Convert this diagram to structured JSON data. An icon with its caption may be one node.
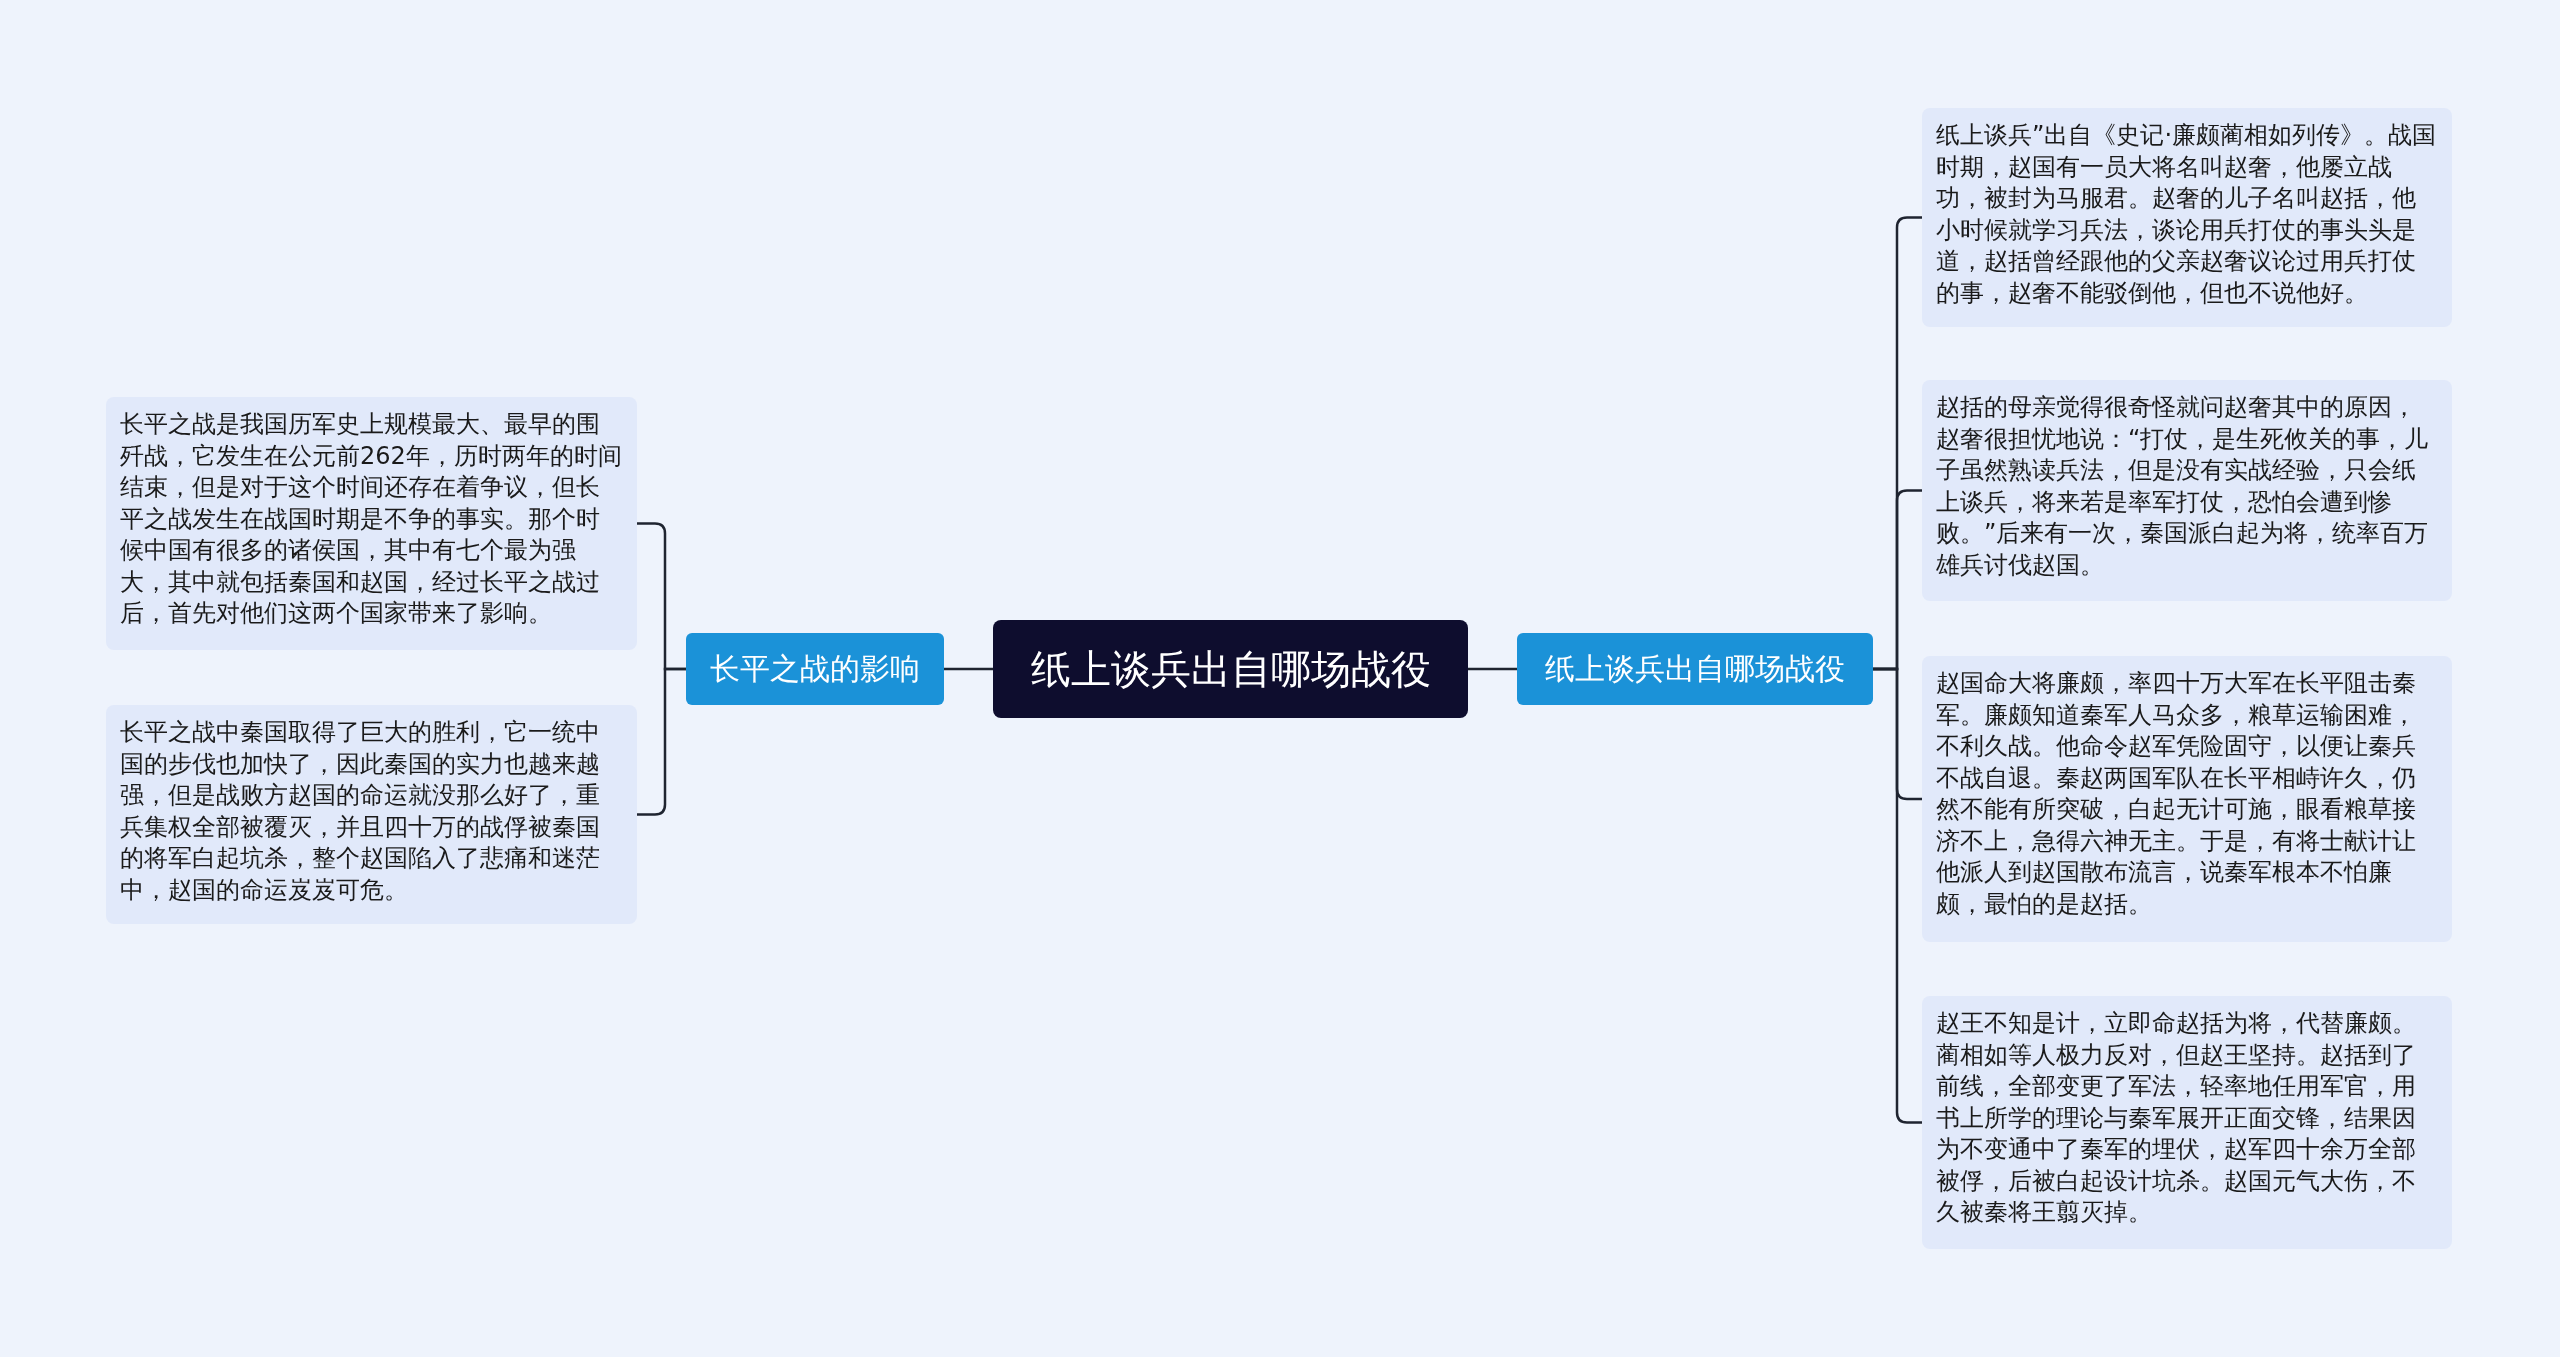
{
  "diagram": {
    "nodes": [
      {
        "text": [
          "纸上谈兵出自哪场战役"
        ]
      },
      {
        "text": [
          "长平之战的影响"
        ]
      },
      {
        "text": [
          "长平之战是我国历军史上规模最大、最早的围歼战，它发生在公元前262年，历时两年的时间结束，但是对于这个时间还存在着争议，但长平之战发生在战国时期是不争的事实。那个时候中国有很多的诸侯国，其中有七个最为强大，其中就包括秦国和赵国，经过长平之战过后，首先对他们这两个国家带来了影响。"
        ]
      },
      {
        "text": [
          "长平之战中秦国取得了巨大的胜利，它一统中国的步伐也加快了，因此秦国的实力也越来越强，但是战败方赵国的命运就没那么好了，重兵集权全部被覆灭，并且四十万的战俘被秦国的将军白起坑杀，整个赵国陷入了悲痛和迷茫中，赵国的命运岌岌可危。"
        ]
      },
      {
        "text": [
          "纸上谈兵出自哪场战役"
        ]
      },
      {
        "text": [
          "纸上谈兵”出自《史记·廉颇蔺相如列传》。战国时期，赵国有一员大将名叫赵奢，他屡立战功，被封为马服君。赵奢的儿子名叫赵括，他小时候就学习兵法，谈论用兵打仗的事头头是道，赵括曾经跟他的父亲赵奢议论过用兵打仗的事，赵奢不能驳倒他，但也不说他好。"
        ]
      },
      {
        "text": [
          "赵括的母亲觉得很奇怪就问赵奢其中的原因，赵奢很担忧地说：“打仗，是生死攸关的事，儿子虽然熟读兵法，但是没有实战经验，只会纸上谈兵，将来若是率军打仗，恐怕会遭到惨败。”后来有一次，秦国派白起为将，统率百万雄兵讨伐赵国。"
        ]
      },
      {
        "text": [
          "赵国命大将廉颇，率四十万大军在长平阻击秦军。廉颇知道秦军人马众多，粮草运输困难，不利久战。他命令赵军凭险固守，以便让秦兵不战自退。秦赵两国军队在长平相峙许久，仍然不能有所突破，白起无计可施，眼看粮草接济不上，急得六神无主。于是，有将士献计让他派人到赵国散布流言，说秦军根本不怕廉颇，最怕的是赵括。"
        ]
      },
      {
        "text": [
          "赵王不知是计，立即命赵括为将，代替廉颇。蔺相如等人极力反对，但赵王坚持。赵括到了前线，全部变更了军法，轻率地任用军官，用书上所学的理论与秦军展开正面交锋，结果因为不变通中了秦军的埋伏，赵军四十余万全部被俘，后被白起设计坑杀。赵国元气大伤，不久被秦将王翦灭掉。"
        ]
      }
    ],
    "edges": [
      {
        "from": 0,
        "to": 1,
        "arrow": "none"
      },
      {
        "from": 1,
        "to": 2,
        "arrow": "none"
      },
      {
        "from": 1,
        "to": 3,
        "arrow": "none"
      },
      {
        "from": 0,
        "to": 4,
        "arrow": "none"
      },
      {
        "from": 4,
        "to": 5,
        "arrow": "none"
      },
      {
        "from": 4,
        "to": 6,
        "arrow": "none"
      },
      {
        "from": 4,
        "to": 7,
        "arrow": "none"
      },
      {
        "from": 4,
        "to": 8,
        "arrow": "none"
      }
    ]
  }
}
